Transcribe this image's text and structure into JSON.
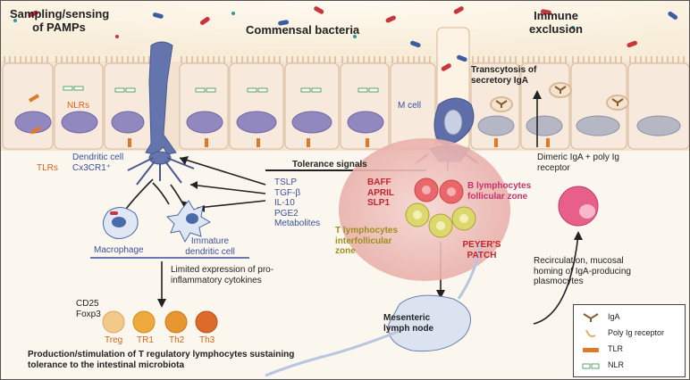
{
  "headers": {
    "sampling": "Sampling/sensing of PAMPs",
    "commensal": "Commensal bacteria",
    "immune_exclusion": "Immune exclusion"
  },
  "labels": {
    "nlrs": "NLRs",
    "tlrs": "TLRs",
    "m_cell": "M cell",
    "transcytosis": "Transcytosis of secretory IgA",
    "dendritic_cell_line1": "Dendritic cell",
    "dendritic_cell_line2": "Cx3CR1⁺",
    "tolerance_signals": "Tolerance signals",
    "tsl_list": [
      "TSLP",
      "TGF-β",
      "IL-10",
      "PGE2",
      "Metabolites"
    ],
    "b_factors": [
      "BAFF",
      "APRIL",
      "SLP1"
    ],
    "b_lymphocytes": "B lymphocytes follicular zone",
    "t_lymphocytes": "T lymphocytes interfollicular zone",
    "peyers_patch": "PEYER'S PATCH",
    "dimeric_iga": "Dimeric IgA + poly Ig receptor",
    "macrophage": "Macrophage",
    "immature_dc": "Immature dendritic cell",
    "limited_expression": "Limited expression of pro-inflammatory cytokines",
    "cd25": "CD25",
    "foxp3": "Foxp3",
    "tcells": [
      "Treg",
      "TR1",
      "Th2",
      "Th3"
    ],
    "mesenteric": "Mesenteric lymph node",
    "recirculation": "Recirculation, mucosal homing of IgA-producing plasmocytes",
    "production": "Production/stimulation of T regulatory lymphocytes sustaining tolerance to the intestinal microbiota"
  },
  "legend": [
    {
      "label": "IgA",
      "icon": "iga-icon"
    },
    {
      "label": "Poly Ig receptor",
      "icon": "poly-ig-receptor-icon"
    },
    {
      "label": "TLR",
      "icon": "tlr-icon"
    },
    {
      "label": "NLR",
      "icon": "nlr-icon"
    }
  ],
  "colors": {
    "cell_cytoplasm": "#f6e9dc",
    "nucleus": "#8e83b7",
    "dendritic": "#5f6ea8",
    "tlr_orange": "#e07a2a",
    "nlr_green": "#6db37a",
    "b_cell_red": "#e56a6f",
    "t_cell_yellow": "#d8d86a",
    "peyers_bg": "#f1c6c3",
    "treg": "#f3c98a",
    "tr1": "#eea93d",
    "th2": "#e69530",
    "th3": "#dd6a2a",
    "plasmocyte": "#e8608a"
  }
}
